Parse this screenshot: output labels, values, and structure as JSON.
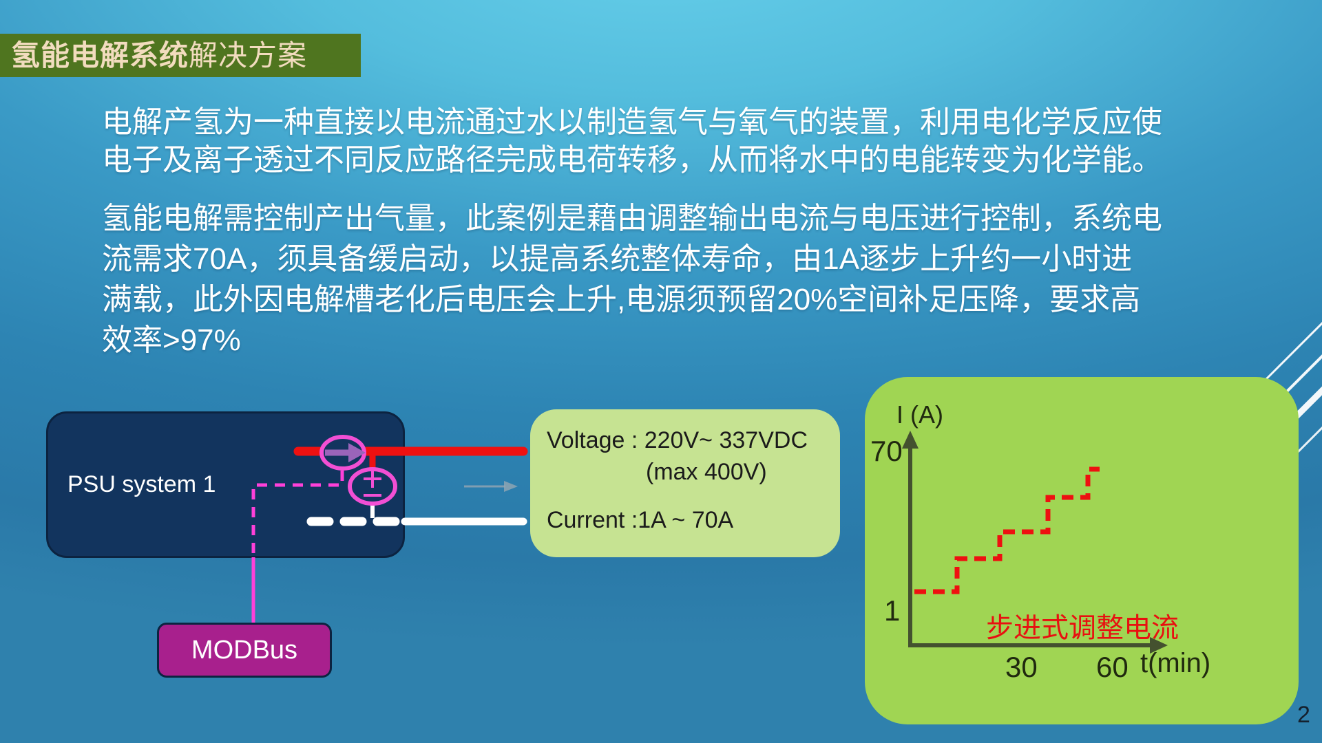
{
  "slide": {
    "title": {
      "bold": "氢能电解系统",
      "regular": "解决方案"
    },
    "paragraph1": "电解产氢为一种直接以电流通过水以制造氢气与氧气的装置，利用电化学反应使\n电子及离子透过不同反应路径完成电荷转移，从而将水中的电能转变为化学能。",
    "paragraph2": "氢能电解需控制产出气量，此案例是藉由调整输出电流与电压进行控制，系统电\n流需求70A，须具备缓启动，以提高系统整体寿命，由1A逐步上升约一小时进\n满载，此外因电解槽老化后电压会上升,电源须预留20%空间补足压降，要求高\n效率>97%",
    "page_number": "2"
  },
  "diagram": {
    "psu_label": "PSU system 1",
    "modbus_label": "MODBus",
    "spec_box": {
      "voltage_line": "Voltage : 220V~ 337VDC",
      "voltage_max": "(max 400V)",
      "current_line": "Current :1A ~ 70A"
    },
    "colors": {
      "positive_wire": "#ee1111",
      "negative_wire": "#ffffff",
      "control_wire": "#ff40d9",
      "symbol_outline": "#f24fd4",
      "psu_box": "#12345e",
      "modbus_box": "#a8208d",
      "spec_box": "#c6e392",
      "chart_box": "#a0d553",
      "title_bar": "#4f751f"
    }
  },
  "chart_data": {
    "type": "line",
    "subtype": "dashed-step",
    "title": "",
    "ylabel": "I (A)",
    "xlabel": "t(min)",
    "y_tick_labels": [
      "70",
      "1"
    ],
    "x_tick_labels": [
      "30",
      "60"
    ],
    "annotation": "步进式调整电流",
    "line_color": "#ee1010",
    "description": "Output current is stepped up from 1 A toward 70 A in increments over about 60 minutes (soft start)",
    "y_range": [
      1,
      70
    ],
    "x_range": [
      0,
      60
    ],
    "grid": false,
    "step_points_rel": [
      [
        72,
        312
      ],
      [
        134,
        312
      ],
      [
        134,
        264
      ],
      [
        196,
        264
      ],
      [
        196,
        225
      ],
      [
        266,
        225
      ],
      [
        266,
        175
      ],
      [
        324,
        175
      ],
      [
        324,
        134
      ],
      [
        341,
        134
      ]
    ]
  }
}
